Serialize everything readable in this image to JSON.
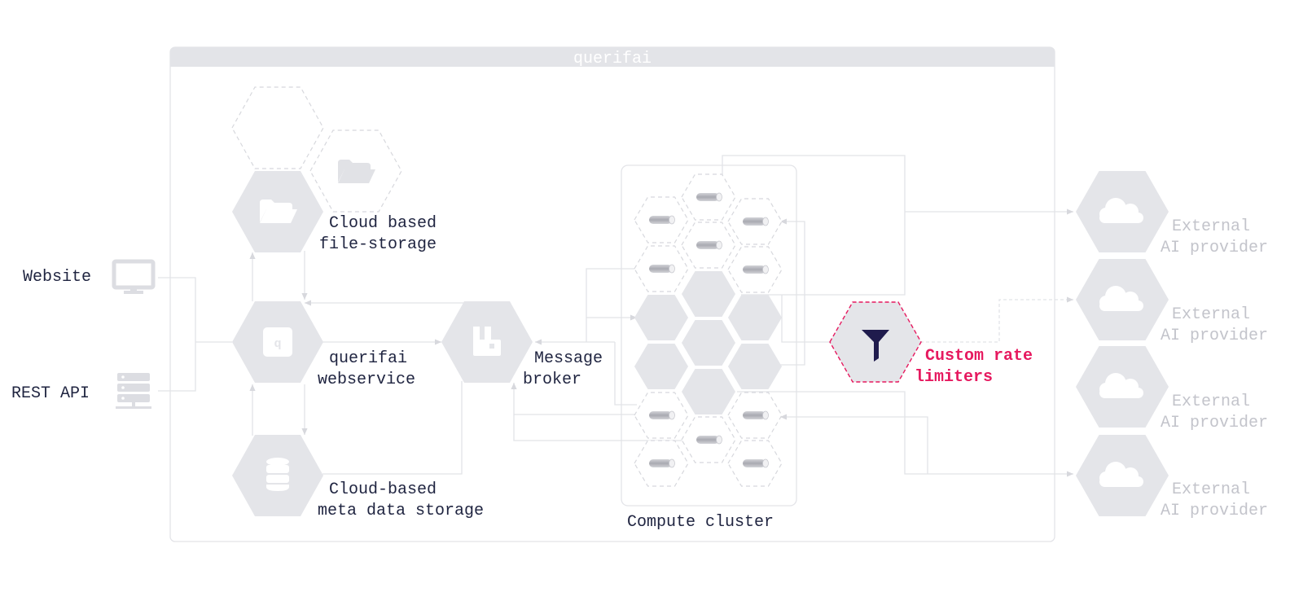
{
  "frame": {
    "title": "querifai"
  },
  "clients": {
    "website": "Website",
    "rest_api": "REST API"
  },
  "services": {
    "file_storage": [
      "Cloud based",
      "file-storage"
    ],
    "webservice": [
      "querifai",
      "webservice"
    ],
    "meta_storage": [
      "Cloud-based",
      "meta data storage"
    ],
    "message_broker": [
      "Message",
      "broker"
    ],
    "rate_limiters": [
      "Custom rate",
      "limiters"
    ],
    "webservice_badge": "q"
  },
  "cluster": {
    "label": "Compute cluster"
  },
  "providers": [
    {
      "lines": [
        "External",
        "AI provider"
      ]
    },
    {
      "lines": [
        "External",
        "AI provider"
      ]
    },
    {
      "lines": [
        "External",
        "AI provider"
      ]
    },
    {
      "lines": [
        "External",
        "AI provider"
      ]
    }
  ],
  "colors": {
    "accent": "#e6195f",
    "node_fill": "#e4e5e9",
    "filter_icon": "#1f1b4d",
    "text_dark": "#1f2440",
    "text_faint": "#c3c4cb"
  },
  "icons": {
    "website": "monitor-icon",
    "rest_api": "server-rack-icon",
    "file_storage": "folder-icon",
    "webservice": "querifai-logo-icon",
    "meta_storage": "database-icon",
    "message_broker": "rabbitmq-icon",
    "rate_limiters": "filter-funnel-icon",
    "provider": "cloud-icon",
    "worker": "worker-cylinder-icon"
  }
}
